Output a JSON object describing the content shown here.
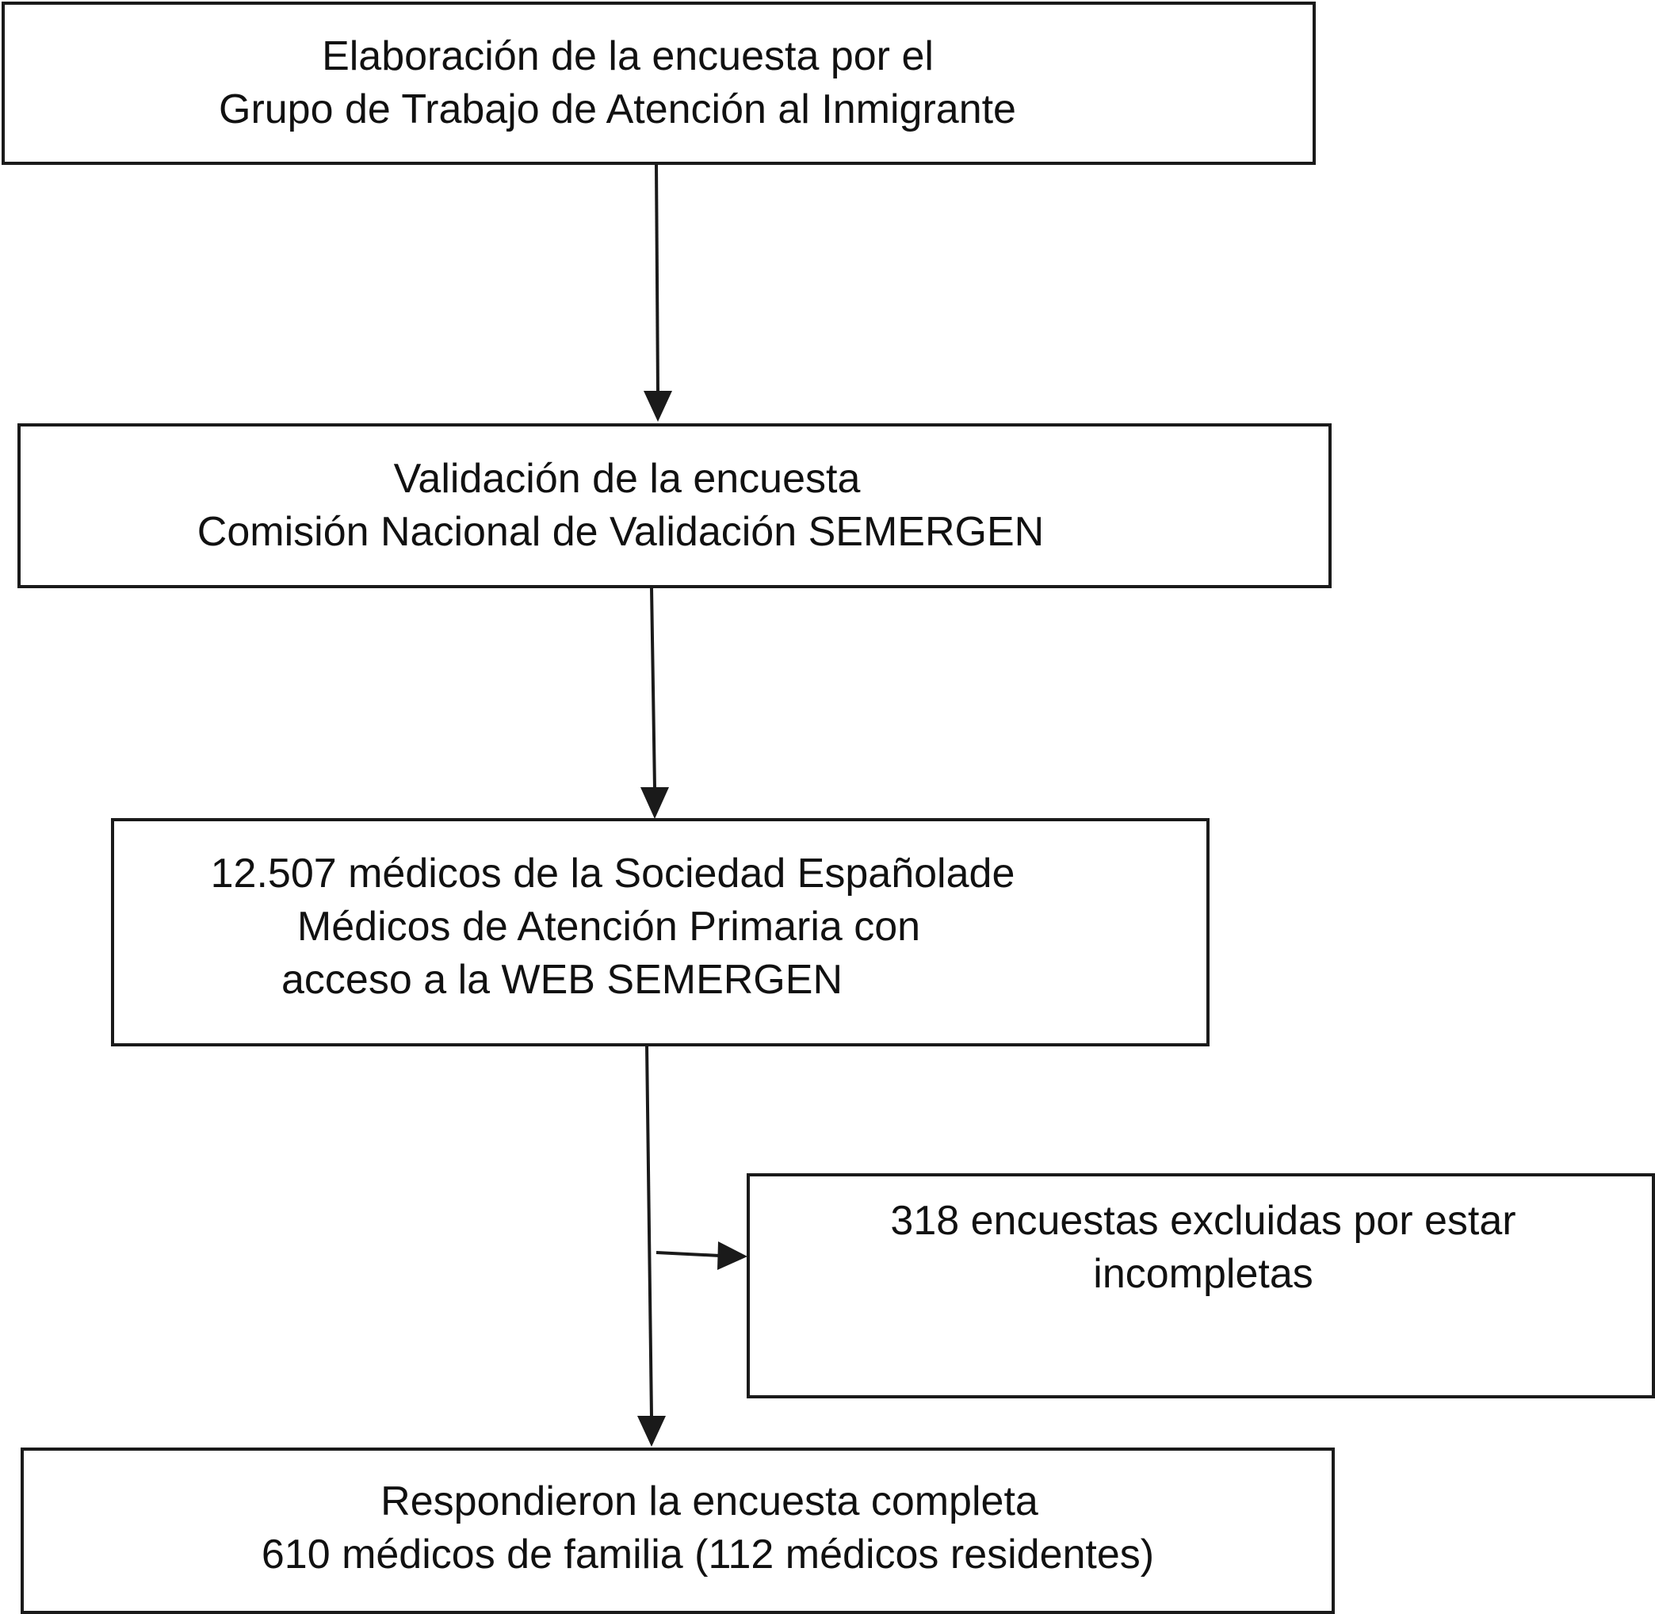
{
  "flowchart": {
    "step1": {
      "lines": [
        "Elaboración de la encuesta por el",
        "Grupo de Trabajo de Atención al Inmigrante"
      ]
    },
    "step2": {
      "lines": [
        "Validación de la encuesta",
        "Comisión Nacional de Validación SEMERGEN"
      ]
    },
    "step3": {
      "lines": [
        "12.507 médicos de la Sociedad Españolade",
        "Médicos de Atención Primaria con",
        "acceso a la WEB SEMERGEN"
      ]
    },
    "excluded": {
      "lines": [
        "318 encuestas excluidas por estar",
        "incompletas"
      ]
    },
    "step4": {
      "lines": [
        "Respondieron la encuesta completa",
        "610 médicos de familia (112 médicos residentes)"
      ]
    }
  }
}
